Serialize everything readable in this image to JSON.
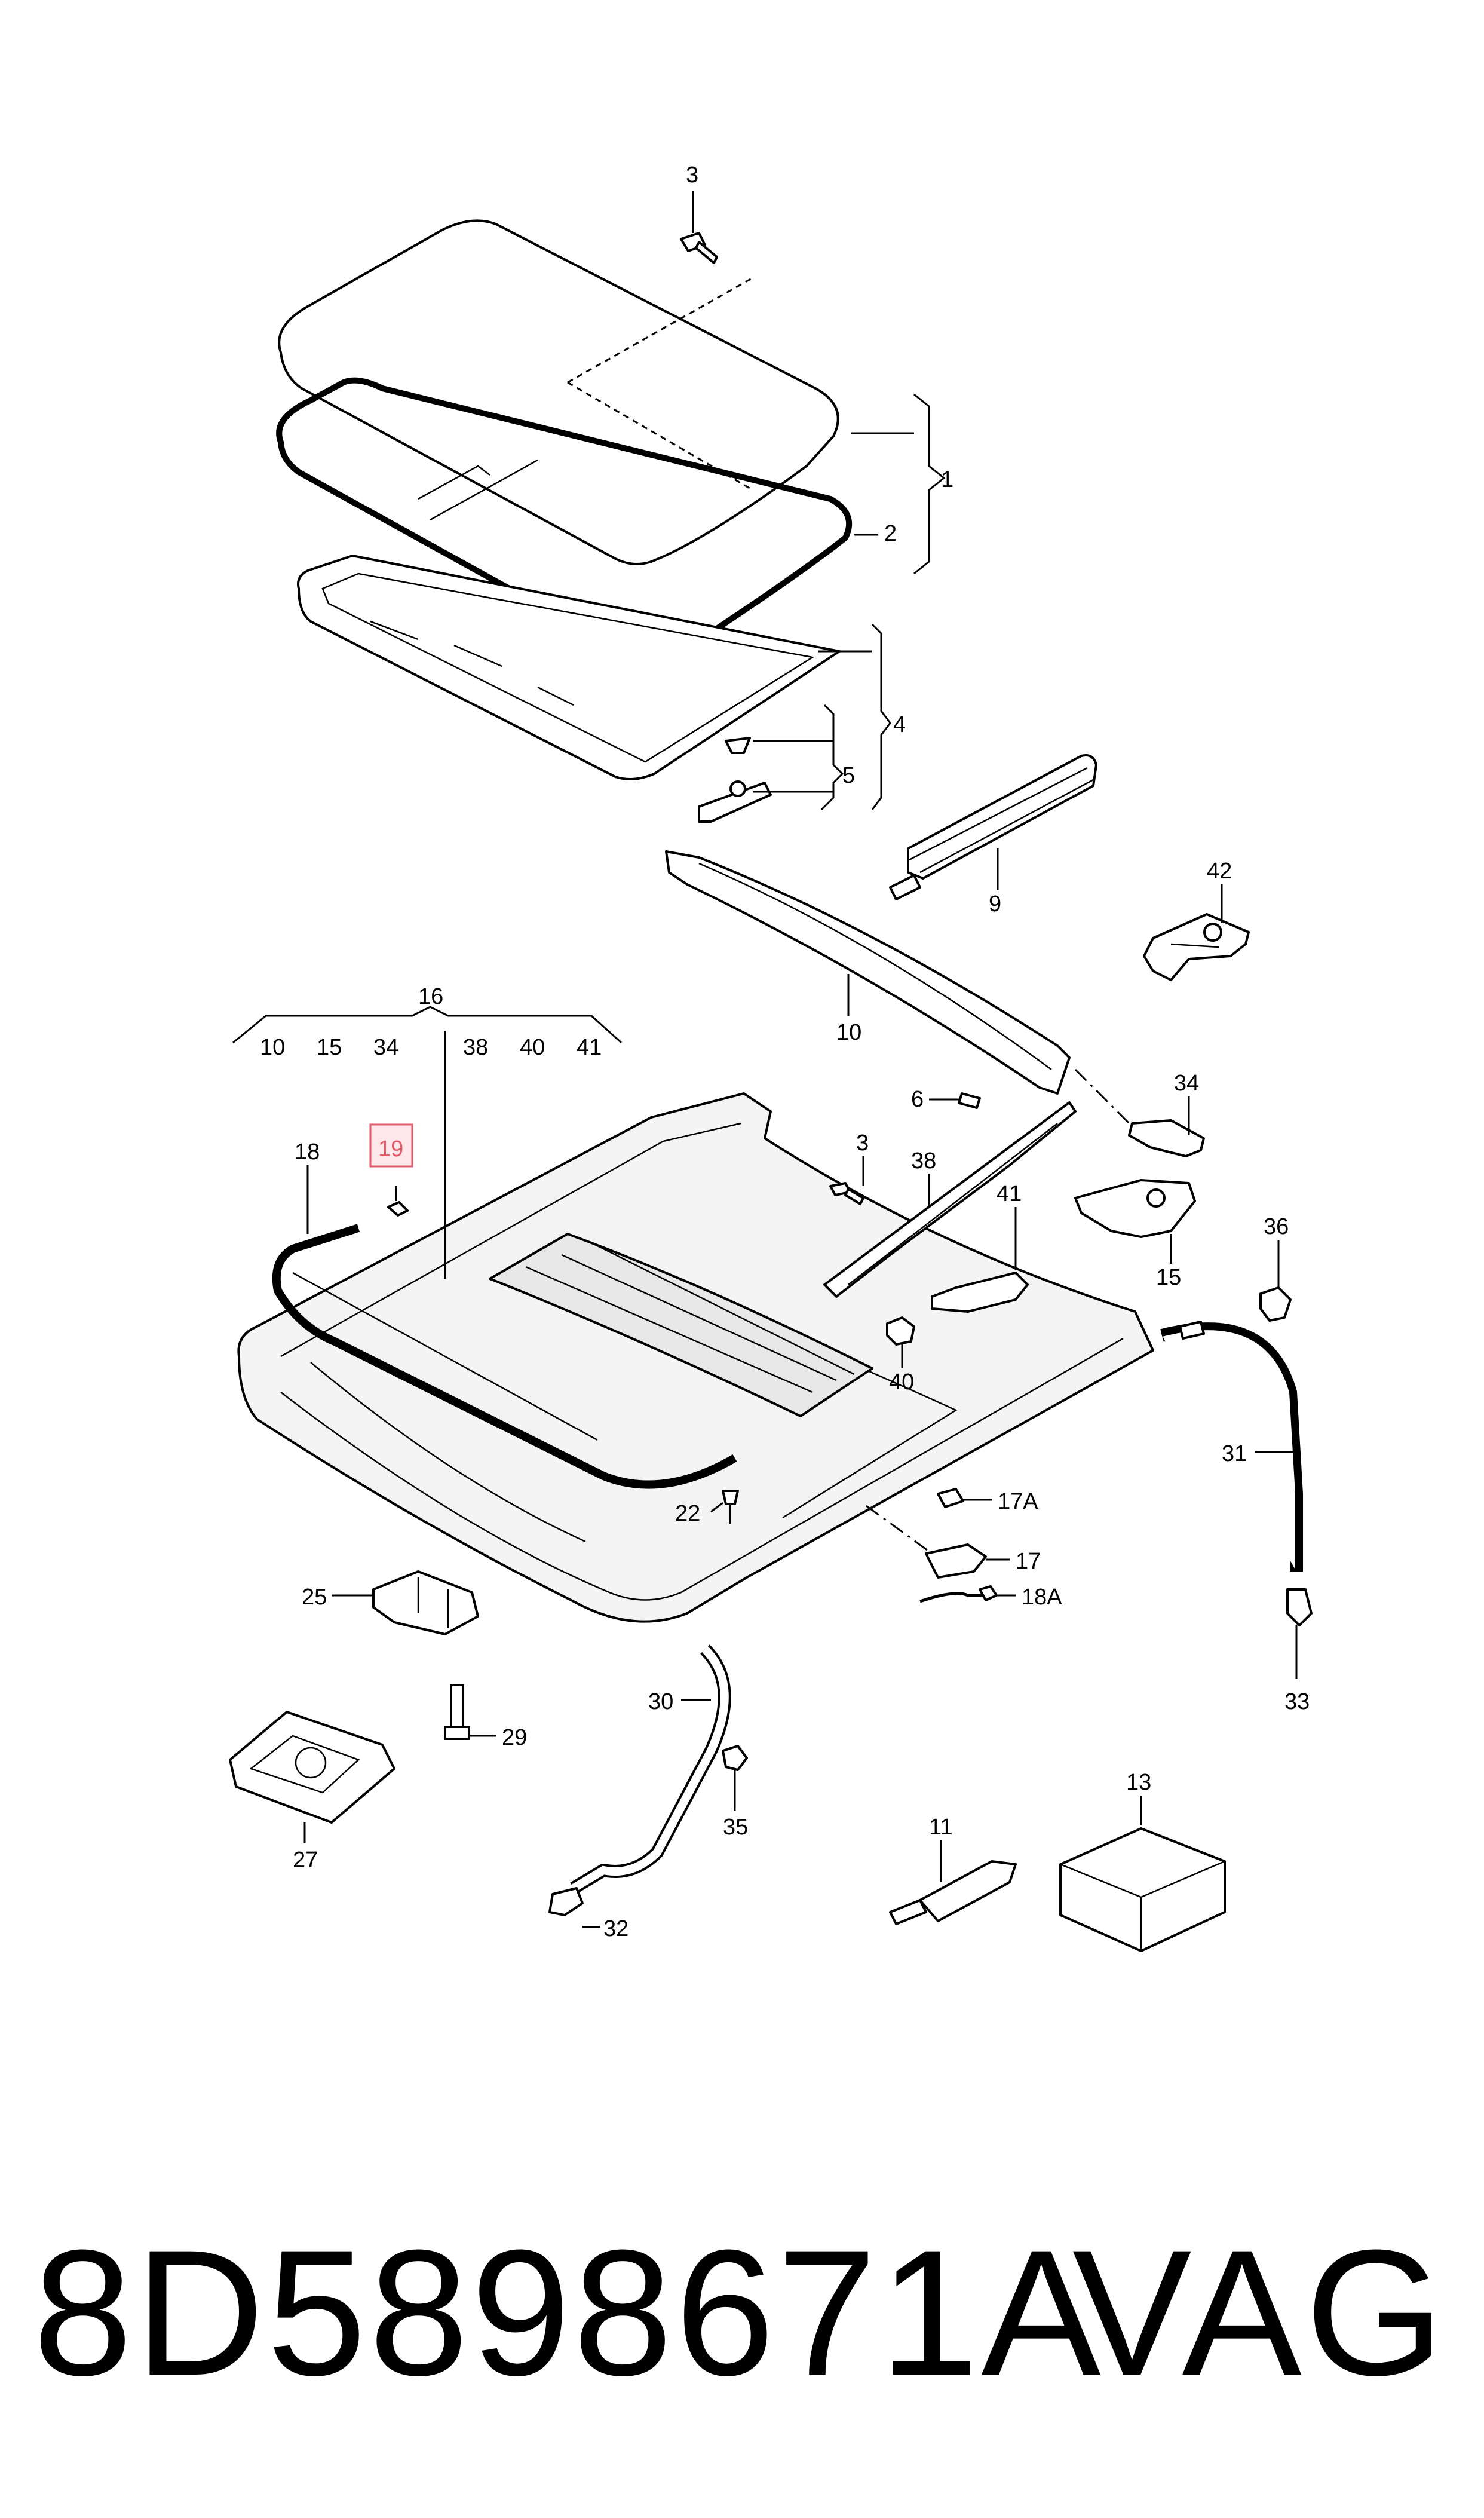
{
  "callouts": {
    "c3_top": "3",
    "c1": "1",
    "c2": "2",
    "c4": "4",
    "c5": "5",
    "c9": "9",
    "c10": "10",
    "c42": "42",
    "c16": "16",
    "c16_10": "10",
    "c16_15": "15",
    "c16_34": "34",
    "c16_38": "38",
    "c16_40": "40",
    "c16_41": "41",
    "c34": "34",
    "c6": "6",
    "c3_mid": "3",
    "c38": "38",
    "c41": "41",
    "c15": "15",
    "c36": "36",
    "c40": "40",
    "c18": "18",
    "c19": "19",
    "c31": "31",
    "c22": "22",
    "c17a": "17A",
    "c17": "17",
    "c18a": "18A",
    "c25": "25",
    "c29": "29",
    "c27": "27",
    "c30": "30",
    "c35": "35",
    "c32": "32",
    "c33": "33",
    "c11": "11",
    "c13": "13"
  },
  "highlight": {
    "callout": "19",
    "color": "#e05a6a",
    "fill": "#fde7ea"
  },
  "footer": {
    "part_number": "8D5898671A",
    "brand": "VAG"
  }
}
